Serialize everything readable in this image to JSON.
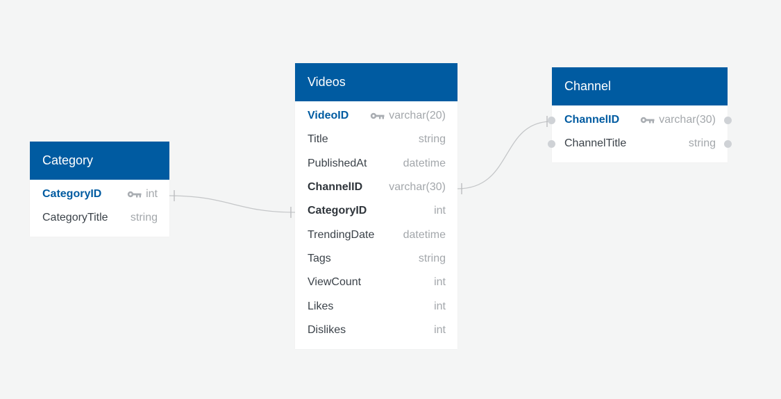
{
  "tables": {
    "category": {
      "title": "Category",
      "columns": [
        {
          "name": "CategoryID",
          "type": "int",
          "primary_key": true
        },
        {
          "name": "CategoryTitle",
          "type": "string"
        }
      ]
    },
    "videos": {
      "title": "Videos",
      "columns": [
        {
          "name": "VideoID",
          "type": "varchar(20)",
          "primary_key": true
        },
        {
          "name": "Title",
          "type": "string"
        },
        {
          "name": "PublishedAt",
          "type": "datetime"
        },
        {
          "name": "ChannelID",
          "type": "varchar(30)",
          "foreign_key": true
        },
        {
          "name": "CategoryID",
          "type": "int",
          "foreign_key": true
        },
        {
          "name": "TrendingDate",
          "type": "datetime"
        },
        {
          "name": "Tags",
          "type": "string"
        },
        {
          "name": "ViewCount",
          "type": "int"
        },
        {
          "name": "Likes",
          "type": "int"
        },
        {
          "name": "Dislikes",
          "type": "int"
        }
      ]
    },
    "channel": {
      "title": "Channel",
      "columns": [
        {
          "name": "ChannelID",
          "type": "varchar(30)",
          "primary_key": true
        },
        {
          "name": "ChannelTitle",
          "type": "string"
        }
      ]
    }
  },
  "relationships": [
    {
      "from": "Videos.CategoryID",
      "to": "Category.CategoryID"
    },
    {
      "from": "Videos.ChannelID",
      "to": "Channel.ChannelID"
    }
  ],
  "colors": {
    "header": "#005ba1",
    "primary_key_text": "#005ba1",
    "background": "#f4f5f5",
    "connector": "#c4c6c8"
  },
  "icons": {
    "primary_key": "key-icon",
    "connector_point": "dot"
  }
}
